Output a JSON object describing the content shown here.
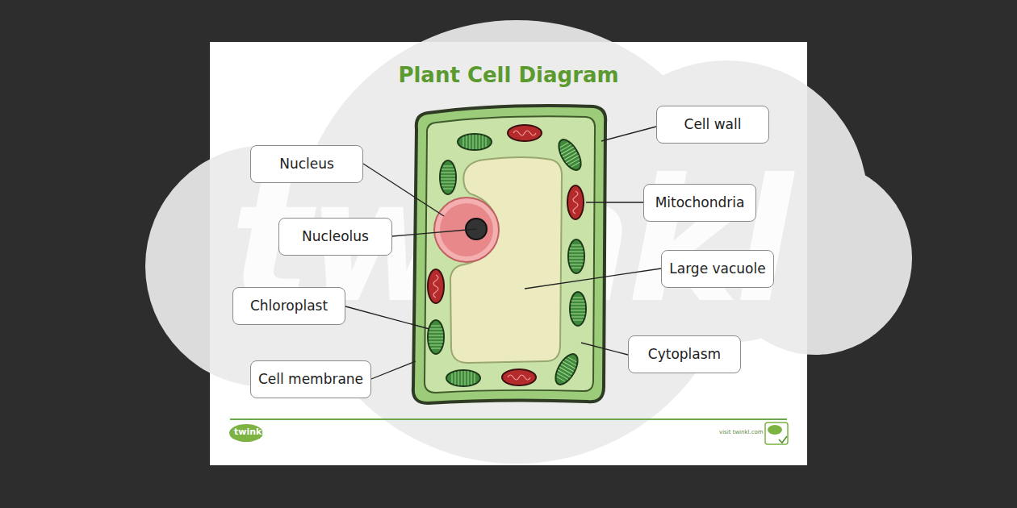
{
  "diagram": {
    "title": "Plant Cell Diagram",
    "nodes": [
      {
        "text": [
          "Cell wall"
        ]
      },
      {
        "text": [
          "Nucleus"
        ]
      },
      {
        "text": [
          "Mitochondria"
        ]
      },
      {
        "text": [
          "Nucleolus"
        ]
      },
      {
        "text": [
          "Large vacuole"
        ]
      },
      {
        "text": [
          "Chloroplast"
        ]
      },
      {
        "text": [
          "Cytoplasm"
        ]
      },
      {
        "text": [
          "Cell membrane"
        ]
      }
    ],
    "labels": [
      "twinkl",
      "twinkl",
      "visit twinkl.com"
    ]
  }
}
